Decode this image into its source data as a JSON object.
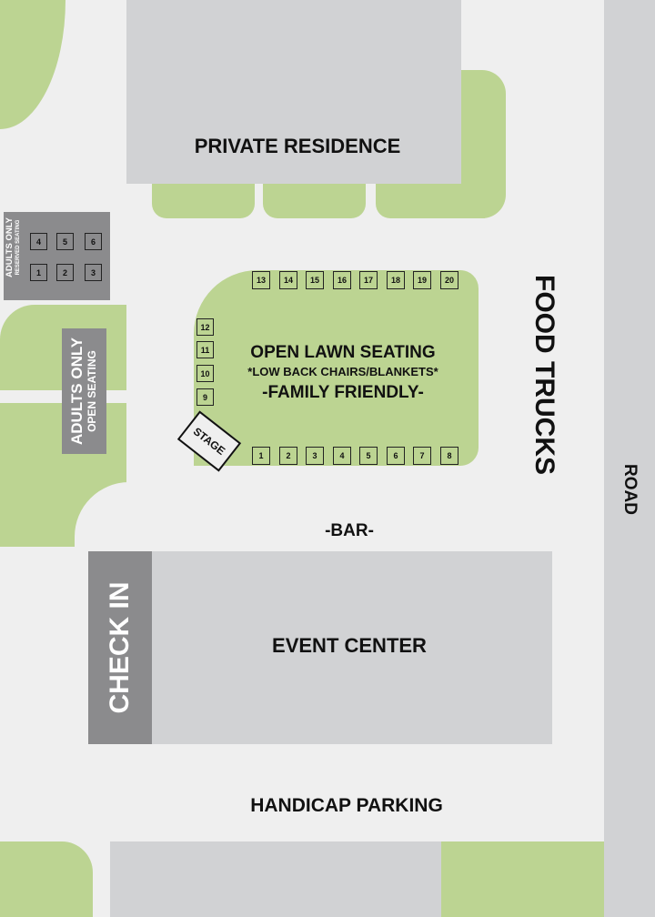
{
  "labels": {
    "private_residence": "PRIVATE RESIDENCE",
    "food_trucks": "FOOD TRUCKS",
    "road": "ROAD",
    "open_lawn_seating": "OPEN LAWN SEATING",
    "low_back_chairs": "*LOW BACK CHAIRS/BLANKETS*",
    "family_friendly": "-FAMILY FRIENDLY-",
    "stage": "STAGE",
    "bar": "-BAR-",
    "check_in": "CHECK IN",
    "event_center": "EVENT CENTER",
    "handicap_parking": "HANDICAP PARKING",
    "adults_only_reserved": "ADULTS ONLY",
    "reserved_seating": "RESERVED SEATING",
    "adults_only_open": "ADULTS ONLY",
    "open_seating": "OPEN SEATING"
  },
  "seats": {
    "top_row": [
      "13",
      "14",
      "15",
      "16",
      "17",
      "18",
      "19",
      "20"
    ],
    "bottom_row": [
      "1",
      "2",
      "3",
      "4",
      "5",
      "6",
      "7",
      "8"
    ],
    "left_column": [
      "12",
      "11",
      "10",
      "9"
    ]
  },
  "reserved_seats": {
    "top_row": [
      "4",
      "5",
      "6"
    ],
    "bottom_row": [
      "1",
      "2",
      "3"
    ]
  },
  "colors": {
    "lawn": "#bcd492",
    "building": "#d1d2d4",
    "dark_gray": "#8b8b8d",
    "ground": "#efefef"
  }
}
